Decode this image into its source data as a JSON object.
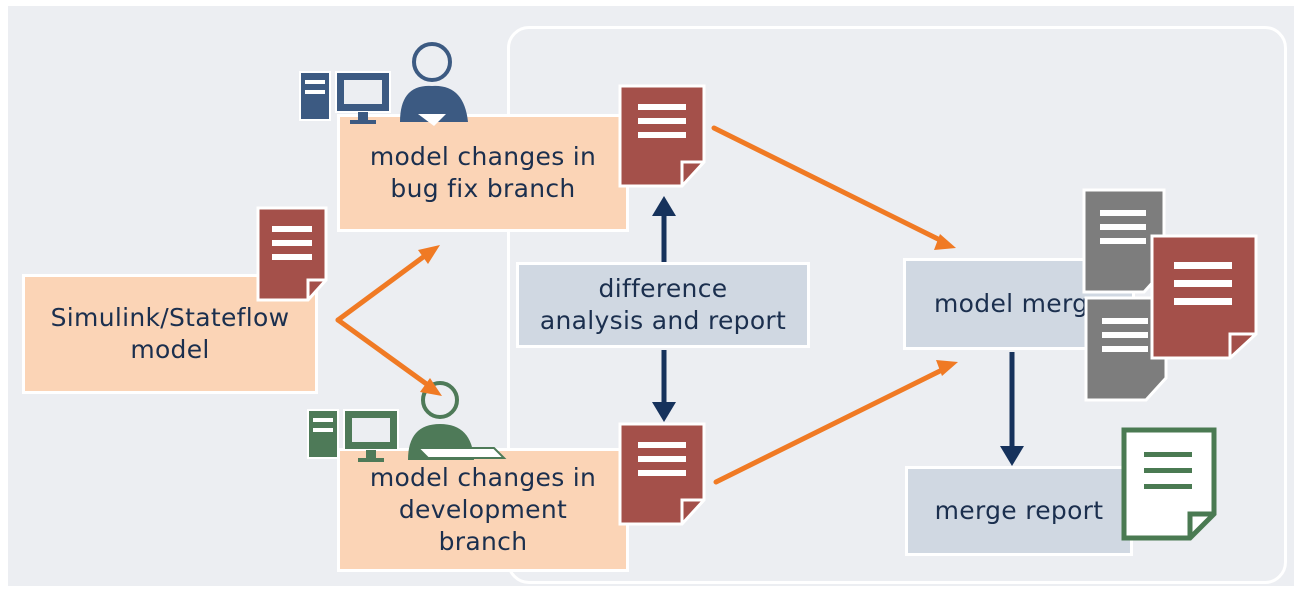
{
  "nodes": {
    "source_model": "Simulink/Stateflow\nmodel",
    "bug_fix_changes": "model changes in\nbug fix branch",
    "dev_changes": "model changes in\ndevelopment\nbranch",
    "difference_analysis": "difference\nanalysis and report",
    "model_merge": "model merge",
    "merge_report": "merge report"
  },
  "icons": {
    "workstation_bug_fix": "computer-with-user-icon",
    "workstation_dev": "computer-with-user-icon",
    "document": "document-icon"
  },
  "colors": {
    "background": "#eceef2",
    "orange_box": "#fbd4b6",
    "grey_box": "#d0d8e2",
    "text": "#1b2f4e",
    "orange_arrow": "#f07a24",
    "blue_arrow": "#16325c",
    "doc_red": "#a4504a",
    "doc_grey": "#7d7d7d",
    "doc_green": "#4a7a52",
    "user_blue": "#3c5a82",
    "user_green": "#4e7a58"
  }
}
